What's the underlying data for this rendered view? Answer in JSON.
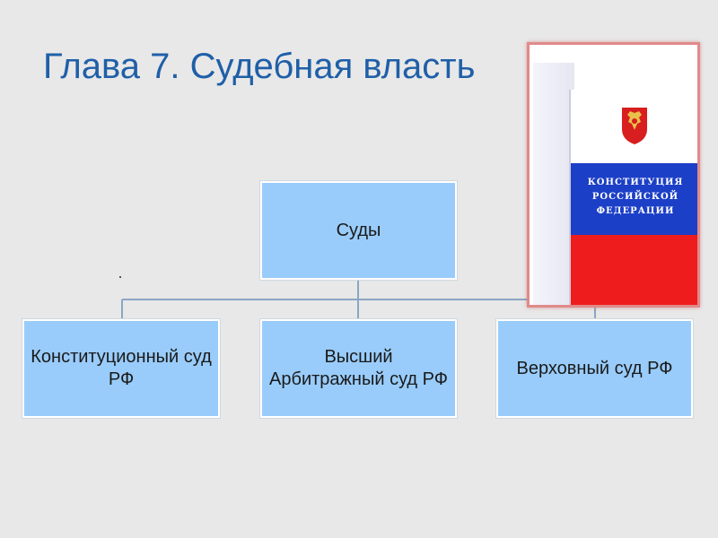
{
  "slide": {
    "title": "Глава 7. Судебная власть"
  },
  "diagram": {
    "root": {
      "label": "Суды"
    },
    "children": [
      {
        "label": "Конституционный суд РФ"
      },
      {
        "label": "Высший Арбитражный суд РФ"
      },
      {
        "label": "Верховный суд РФ"
      }
    ]
  },
  "book": {
    "lines": [
      "КОНСТИТУЦИЯ",
      "РОССИЙСКОЙ",
      "ФЕДЕРАЦИИ"
    ],
    "flag_colors": [
      "#ffffff",
      "#1c3fc7",
      "#ee1c1c"
    ]
  },
  "colors": {
    "title": "#1f5fa8",
    "box_fill": "#99ccfa",
    "connector": "#8aa6c4"
  }
}
